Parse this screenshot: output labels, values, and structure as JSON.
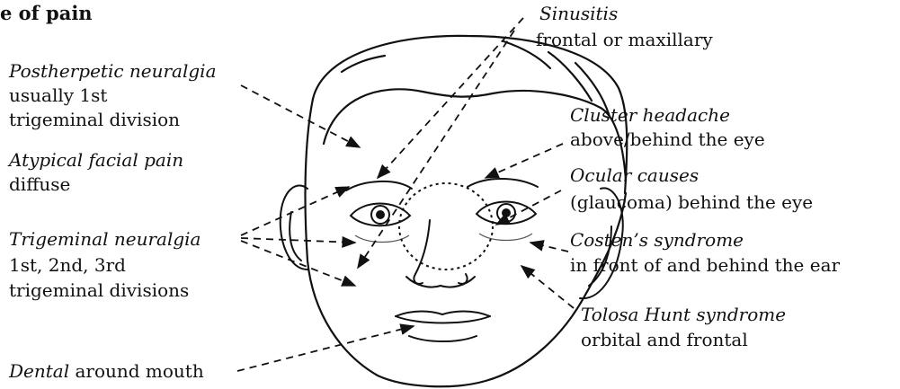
{
  "title": "e of pain",
  "labels": {
    "sinusitis": {
      "name": "Sinusitis",
      "detail": "frontal or maxillary"
    },
    "postherpetic": {
      "name": "Postherpetic neuralgia",
      "detail1": "usually 1st",
      "detail2": "trigeminal division"
    },
    "atypical": {
      "name": "Atypical facial pain",
      "detail": "diffuse"
    },
    "trigeminal": {
      "name": "Trigeminal neuralgia",
      "detail1": "1st, 2nd, 3rd",
      "detail2": "trigeminal divisions"
    },
    "dental": {
      "name": "Dental",
      "detail": " around mouth"
    },
    "cluster": {
      "name": "Cluster headache",
      "detail": "above/behind the eye"
    },
    "ocular": {
      "name": "Ocular causes",
      "detail": "(glaucoma) behind the eye"
    },
    "costen": {
      "name": "Costen’s syndrome",
      "detail": "in front of and behind the ear"
    },
    "tolosa": {
      "name": "Tolosa Hunt syndrome",
      "detail": "orbital and frontal"
    }
  },
  "colors": {
    "ink": "#111111",
    "background": "#ffffff"
  }
}
